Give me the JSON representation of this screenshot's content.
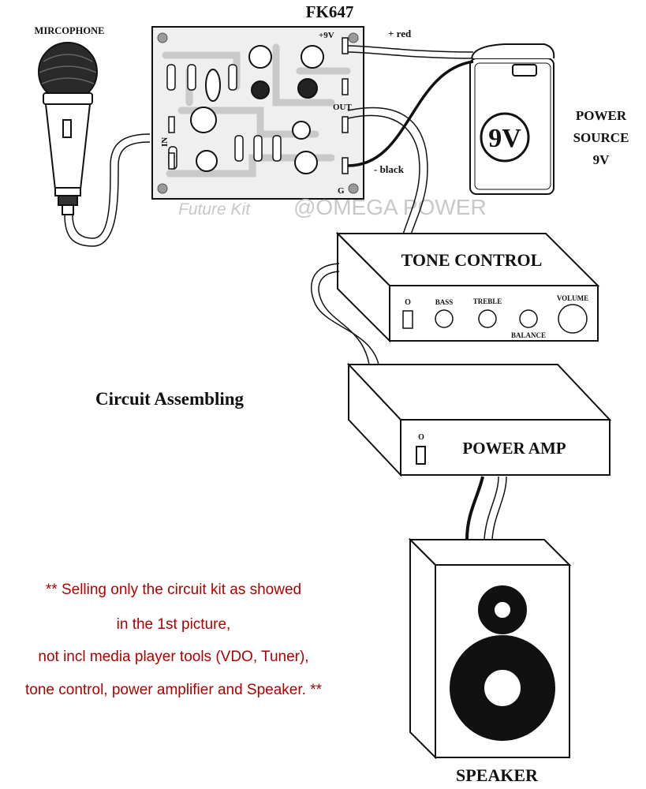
{
  "title": "FK647",
  "microphone": {
    "label": "MIRCOPHONE"
  },
  "board": {
    "in_label": "IN",
    "plus9v_label": "+9V",
    "out_label": "OUT",
    "g_label": "G",
    "watermark_left": "Future Kit",
    "watermark_right": "@OMEGA POWER"
  },
  "wires": {
    "red_label": "+ red",
    "black_label": "- black"
  },
  "battery": {
    "face_label": "9V"
  },
  "power_source": {
    "line1": "POWER",
    "line2": "SOURCE",
    "line3": "9V"
  },
  "tone_control": {
    "title": "TONE CONTROL",
    "switch_label": "O",
    "bass": "BASS",
    "treble": "TREBLE",
    "balance": "BALANCE",
    "volume": "VOLUME"
  },
  "section_label": "Circuit Assembling",
  "power_amp": {
    "switch_label": "O",
    "title": "POWER AMP"
  },
  "speaker": {
    "label": "SPEAKER"
  },
  "note_lines": [
    "** Selling only the circuit kit as showed",
    "in the 1st picture,",
    "not incl media player tools (VDO, Tuner),",
    "tone control, power amplifier and Speaker. **"
  ],
  "colors": {
    "line": "#111111",
    "note": "#b00000",
    "watermark": "#c8c8c8"
  }
}
